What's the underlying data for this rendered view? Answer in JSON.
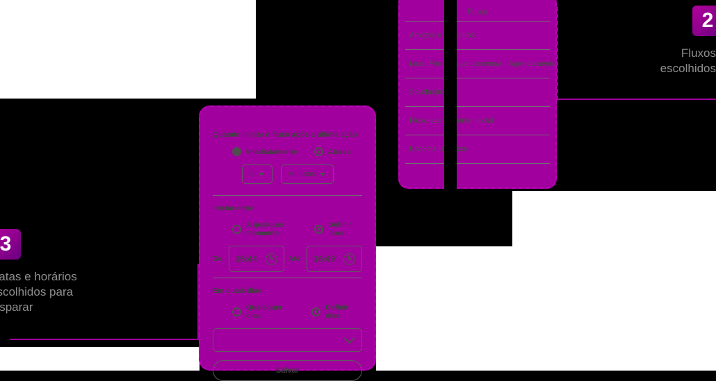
{
  "theme": {
    "highlight_color": "#A1009E",
    "annotation_color": "#8f8f8f",
    "dash_color": "#C000BC"
  },
  "flow_panel": {
    "title": "Fluxo",
    "items": [
      {
        "label": "Amigos e parceiros"
      },
      {
        "label": "Lead Frio - Iniciar conversa - Agendamento"
      },
      {
        "label": "Saudação"
      },
      {
        "label": "Fluxo atendimento inicial"
      },
      {
        "label": "Escolha um fluxo"
      }
    ]
  },
  "schedule_panel": {
    "start_section": {
      "label": "Quando iniciar o fluxo após a última ação",
      "options": [
        {
          "label": "Imediatamente",
          "state": "filled"
        },
        {
          "label": "Atraso",
          "state": "ring-dot"
        }
      ],
      "amount_select": {
        "value": "1"
      },
      "unit_select": {
        "value": "Minutos"
      }
    },
    "between_section": {
      "label": "Iniciar entre",
      "options": [
        {
          "label": "A qualquer momento",
          "state": "hollow"
        },
        {
          "label": "Definir hora",
          "state": "ring-dot"
        }
      ],
      "from_label": "De:",
      "from_value": "16:44",
      "to_label": "Até:",
      "to_value": "16:49",
      "clock_icon": "clock-icon"
    },
    "days_section": {
      "label": "Em quais dias",
      "options": [
        {
          "label": "Quaisquer dias",
          "state": "hollow"
        },
        {
          "label": "Definir dias",
          "state": "ring-dot"
        }
      ],
      "days_select_value": "",
      "chevron_icon": "chevron-down-icon"
    },
    "save_label": "Salvar"
  },
  "annotations": [
    {
      "badge": "2",
      "text": "Fluxos\nescolhidos"
    },
    {
      "badge": "3",
      "text": "Datas e horários\nescolhidos para\ndisparar"
    }
  ]
}
